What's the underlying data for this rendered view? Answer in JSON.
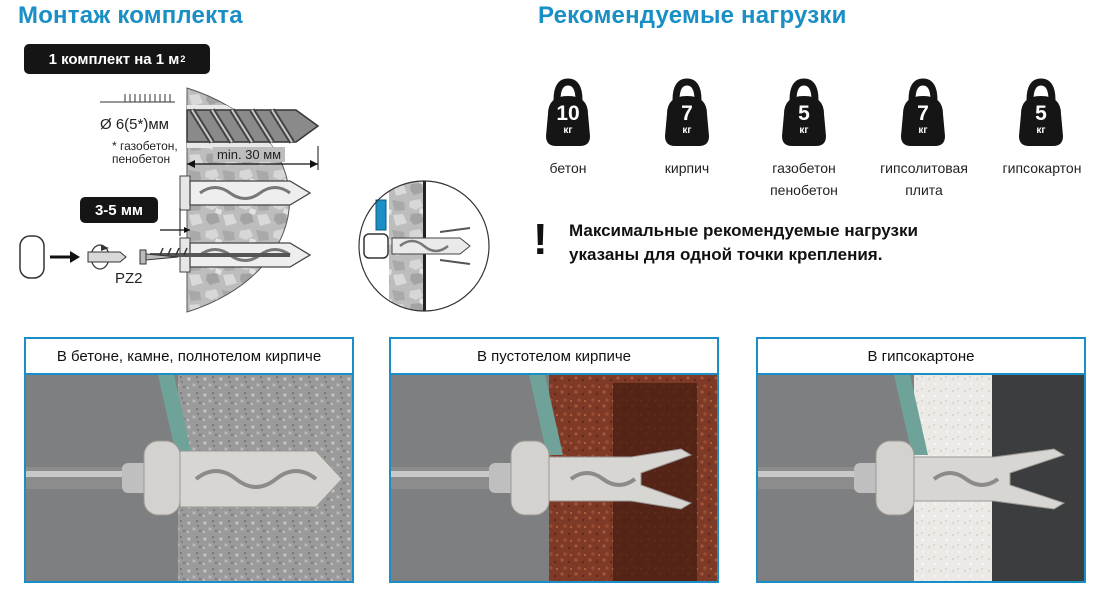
{
  "mounting": {
    "title": "Монтаж комплекта",
    "kit_badge": "1 комплект на 1 м",
    "kit_badge_sup": "2",
    "diameter": "Ø 6(5*)мм",
    "footnote_line1": "* газобетон,",
    "footnote_line2": "пенобетон",
    "depth_label": "min. 30 мм",
    "gap_badge": "3-5 мм",
    "bit_label": "PZ2"
  },
  "loads": {
    "title": "Рекомендуемые нагрузки",
    "unit": "кг",
    "items": [
      {
        "value": "10",
        "material_line1": "бетон",
        "material_line2": ""
      },
      {
        "value": "7",
        "material_line1": "кирпич",
        "material_line2": ""
      },
      {
        "value": "5",
        "material_line1": "газобетон",
        "material_line2": "пенобетон"
      },
      {
        "value": "7",
        "material_line1": "гипсолитовая",
        "material_line2": "плита"
      },
      {
        "value": "5",
        "material_line1": "гипсокартон",
        "material_line2": ""
      }
    ],
    "note_mark": "!",
    "note_line1": "Максимальные рекомендуемые нагрузки",
    "note_line2": "указаны для одной точки крепления."
  },
  "panels": [
    {
      "title": "В бетоне, камне, полнотелом кирпиче"
    },
    {
      "title": "В пустотелом кирпиче"
    },
    {
      "title": "В гипсокартоне"
    }
  ],
  "colors": {
    "accent": "#1a8fc5",
    "badge": "#151515",
    "kettlebell": "#151515"
  }
}
